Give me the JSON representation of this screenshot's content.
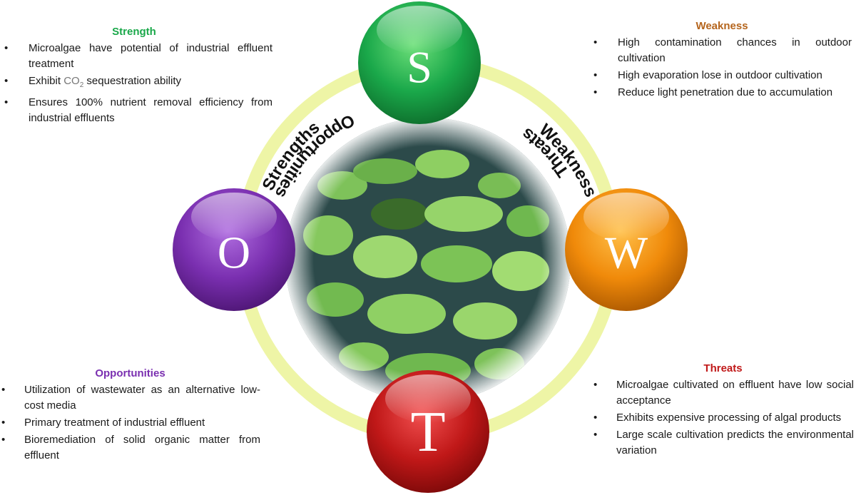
{
  "colors": {
    "strength": "#1aa84a",
    "weakness": "#b5651d",
    "opportunities": "#7a2fb0",
    "threats": "#c01818",
    "ring": "#eef5a6"
  },
  "circles": {
    "s": "S",
    "w": "W",
    "o": "O",
    "t": "T"
  },
  "arc_labels": {
    "strengths": "Strengths",
    "weakness": "Weakness",
    "opportunities": "Opportunities",
    "threats": "Threats"
  },
  "strength": {
    "title": "Strength",
    "items": [
      {
        "text": "Microalgae have potential of industrial effluent treatment"
      },
      {
        "pre": "Exhibit ",
        "chem": "CO",
        "sub": "2",
        "post": " sequestration ability"
      },
      {
        "text": "Ensures 100% nutrient removal efficiency from industrial effluents"
      }
    ]
  },
  "weakness": {
    "title": "Weakness",
    "items": [
      "High contamination chances in outdoor cultivation",
      "High evaporation lose in outdoor cultivation",
      "Reduce light penetration due to accumulation"
    ]
  },
  "opportunities": {
    "title": "Opportunities",
    "items": [
      "Utilization of wastewater as an alternative low-cost media",
      "Primary treatment of industrial effluent",
      "Bioremediation of solid organic matter from effluent"
    ]
  },
  "threats": {
    "title": "Threats",
    "items": [
      "Microalgae cultivated on effluent have low social acceptance",
      "Exhibits expensive processing of algal products",
      "Large scale cultivation predicts the environmental variation"
    ]
  },
  "bullet_glyph": "•"
}
